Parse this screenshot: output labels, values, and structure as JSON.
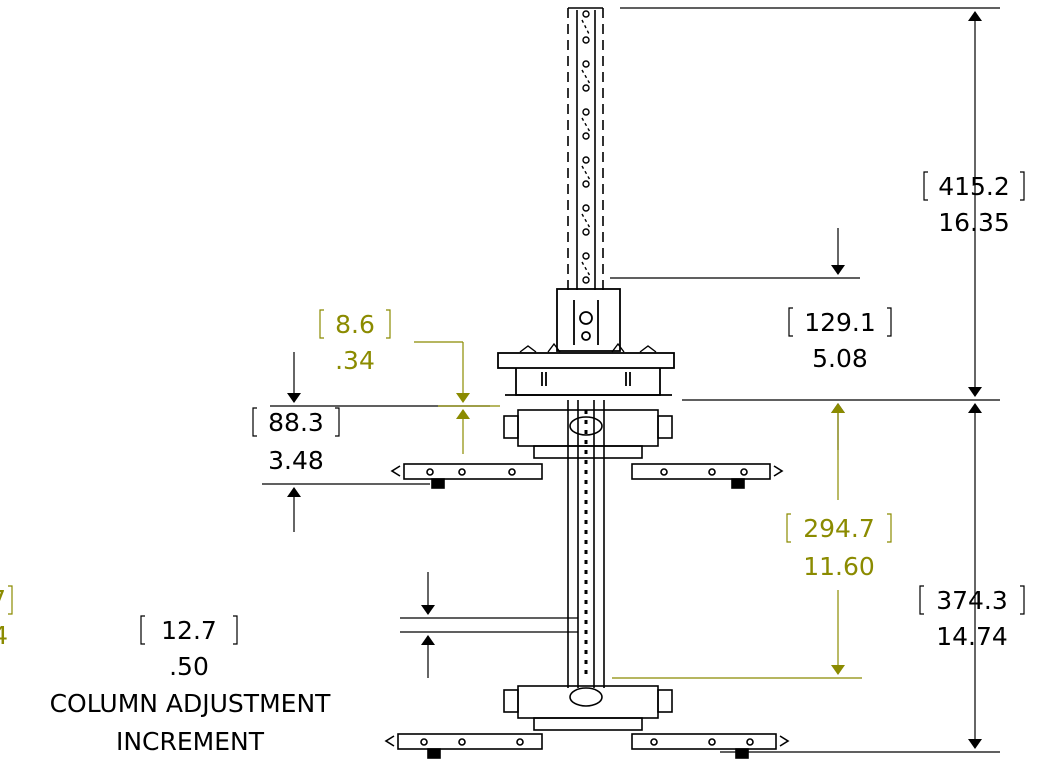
{
  "colors": {
    "ink": "#000000",
    "accent": "#8b8b00"
  },
  "dimensions": {
    "top_span": {
      "metric": "415.2",
      "imperial": "16.35"
    },
    "column_offset": {
      "metric": "129.1",
      "imperial": "5.08"
    },
    "plate_gap": {
      "metric": "8.6",
      "imperial": ".34"
    },
    "clamp_height": {
      "metric": "88.3",
      "imperial": "3.48"
    },
    "travel": {
      "metric": "294.7",
      "imperial": "11.60"
    },
    "lower_span": {
      "metric": "374.3",
      "imperial": "14.74"
    },
    "increment": {
      "metric": "12.7",
      "imperial": ".50"
    },
    "cut_left": {
      "metric": "7",
      "imperial": "4"
    }
  },
  "note": {
    "line1": "COLUMN ADJUSTMENT",
    "line2": "INCREMENT"
  }
}
